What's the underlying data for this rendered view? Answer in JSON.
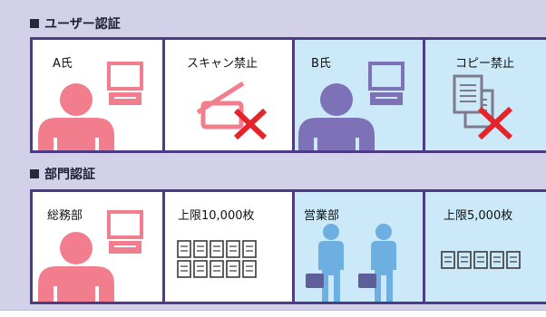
{
  "sections": [
    {
      "title": "ユーザー認証",
      "cells": [
        "A氏",
        "スキャン禁止",
        "B氏",
        "コピー禁止"
      ]
    },
    {
      "title": "部門認証",
      "cells": [
        "総務部",
        "上限10,000枚",
        "営業部",
        "上限5,000枚"
      ]
    }
  ],
  "colors": {
    "frame": "#d3d1ea",
    "border": "#4d3b87",
    "blue_cell": "#cbe9f8",
    "pink": "#f27e8d",
    "purple": "#7d72b8",
    "cross": "#e5232a",
    "staff": "#6dafe0"
  }
}
